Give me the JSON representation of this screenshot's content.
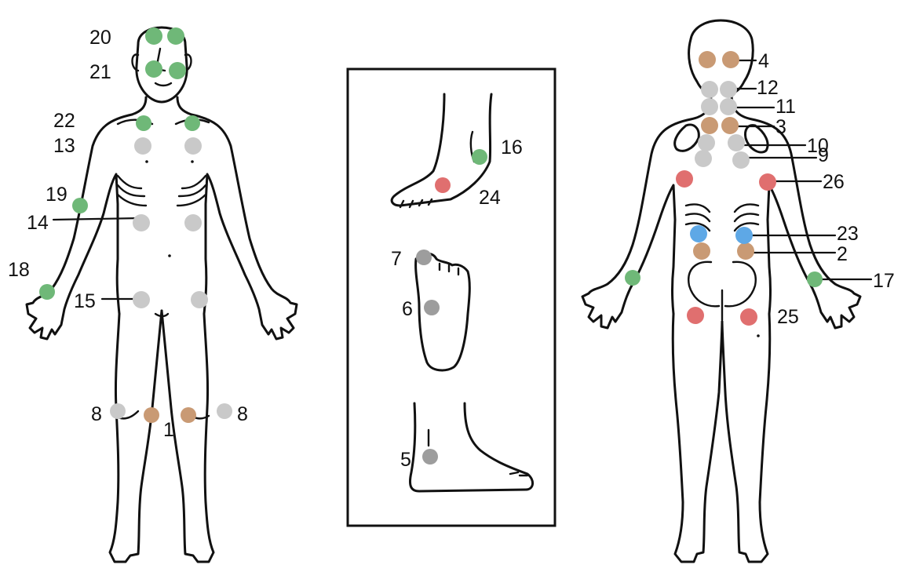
{
  "colors": {
    "green": "#6fb878",
    "gray": "#c9c9c9",
    "darkgray": "#9d9d9d",
    "tan": "#c99a74",
    "red": "#e06f6f",
    "blue": "#5ea8e6",
    "line": "#111111"
  },
  "labels": {
    "l1": "1",
    "l2": "2",
    "l3": "3",
    "l4": "4",
    "l5": "5",
    "l6": "6",
    "l7": "7",
    "l8a": "8",
    "l8b": "8",
    "l9": "9",
    "l10": "10",
    "l11": "11",
    "l12": "12",
    "l13": "13",
    "l14": "14",
    "l15": "15",
    "l16": "16",
    "l17": "17",
    "l18": "18",
    "l19": "19",
    "l20": "20",
    "l21": "21",
    "l22": "22",
    "l23": "23",
    "l24": "24",
    "l25": "25",
    "l26": "26"
  }
}
